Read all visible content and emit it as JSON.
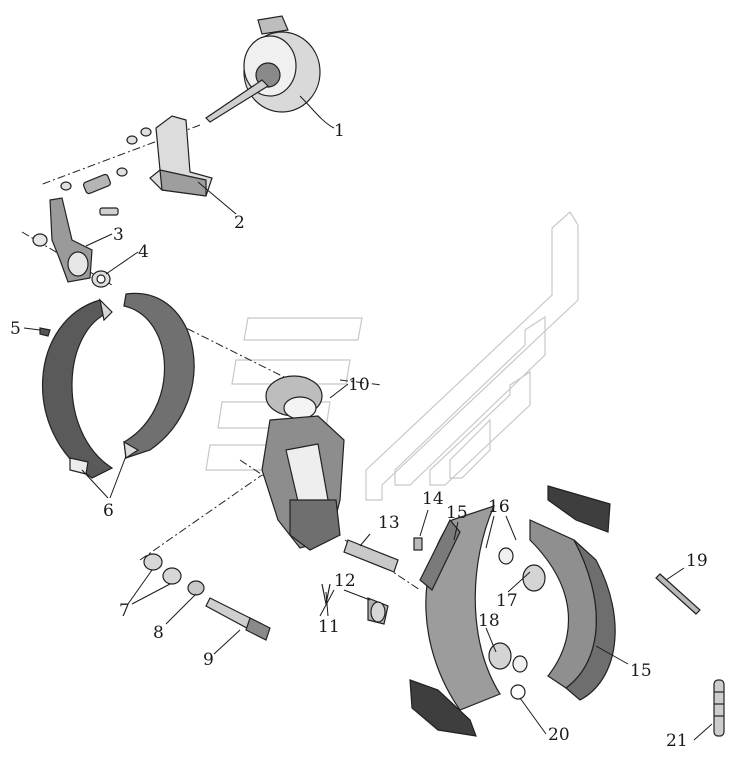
{
  "callouts": [
    {
      "id": "1",
      "text": "1"
    },
    {
      "id": "2",
      "text": "2"
    },
    {
      "id": "3",
      "text": "3"
    },
    {
      "id": "4",
      "text": "4"
    },
    {
      "id": "5",
      "text": "5"
    },
    {
      "id": "6",
      "text": "6"
    },
    {
      "id": "7",
      "text": "7"
    },
    {
      "id": "8",
      "text": "8"
    },
    {
      "id": "9",
      "text": "9"
    },
    {
      "id": "10",
      "text": "10"
    },
    {
      "id": "11",
      "text": "11"
    },
    {
      "id": "12",
      "text": "12"
    },
    {
      "id": "13",
      "text": "13"
    },
    {
      "id": "14",
      "text": "14"
    },
    {
      "id": "15a",
      "text": "15"
    },
    {
      "id": "15b",
      "text": "15"
    },
    {
      "id": "16",
      "text": "16"
    },
    {
      "id": "17",
      "text": "17"
    },
    {
      "id": "18",
      "text": "18"
    },
    {
      "id": "19",
      "text": "19"
    },
    {
      "id": "20",
      "text": "20"
    },
    {
      "id": "21",
      "text": "21"
    }
  ],
  "colors": {
    "ink": "#1a1a1a",
    "part_light": "#e6e6e6",
    "part_mid": "#a8a8a8",
    "part_dark": "#4a4a4a",
    "watermark": "#c8c8c8"
  }
}
